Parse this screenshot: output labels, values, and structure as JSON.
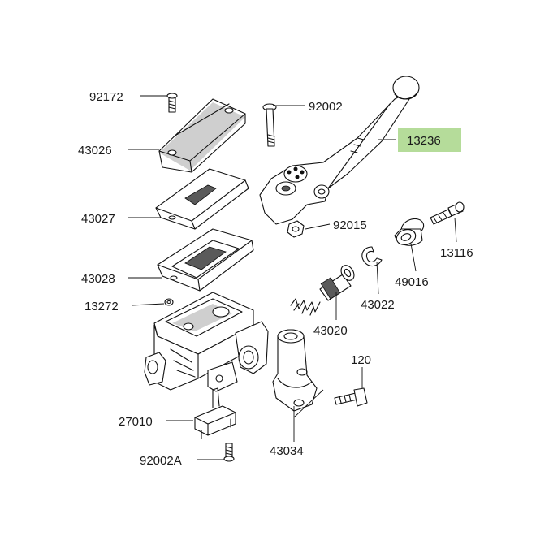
{
  "labels": {
    "p92172": "92172",
    "p43026": "43026",
    "p43027": "43027",
    "p43028": "43028",
    "p13272": "13272",
    "p27010": "27010",
    "p92002A": "92002A",
    "p43034": "43034",
    "p120": "120",
    "p43020": "43020",
    "p43022": "43022",
    "p49016": "49016",
    "p13116": "13116",
    "p92015": "92015",
    "p92002": "92002",
    "p13236": "13236"
  },
  "colors": {
    "highlight": "#b5dc9a",
    "line": "#111111",
    "shade": "#cfcfcf"
  }
}
